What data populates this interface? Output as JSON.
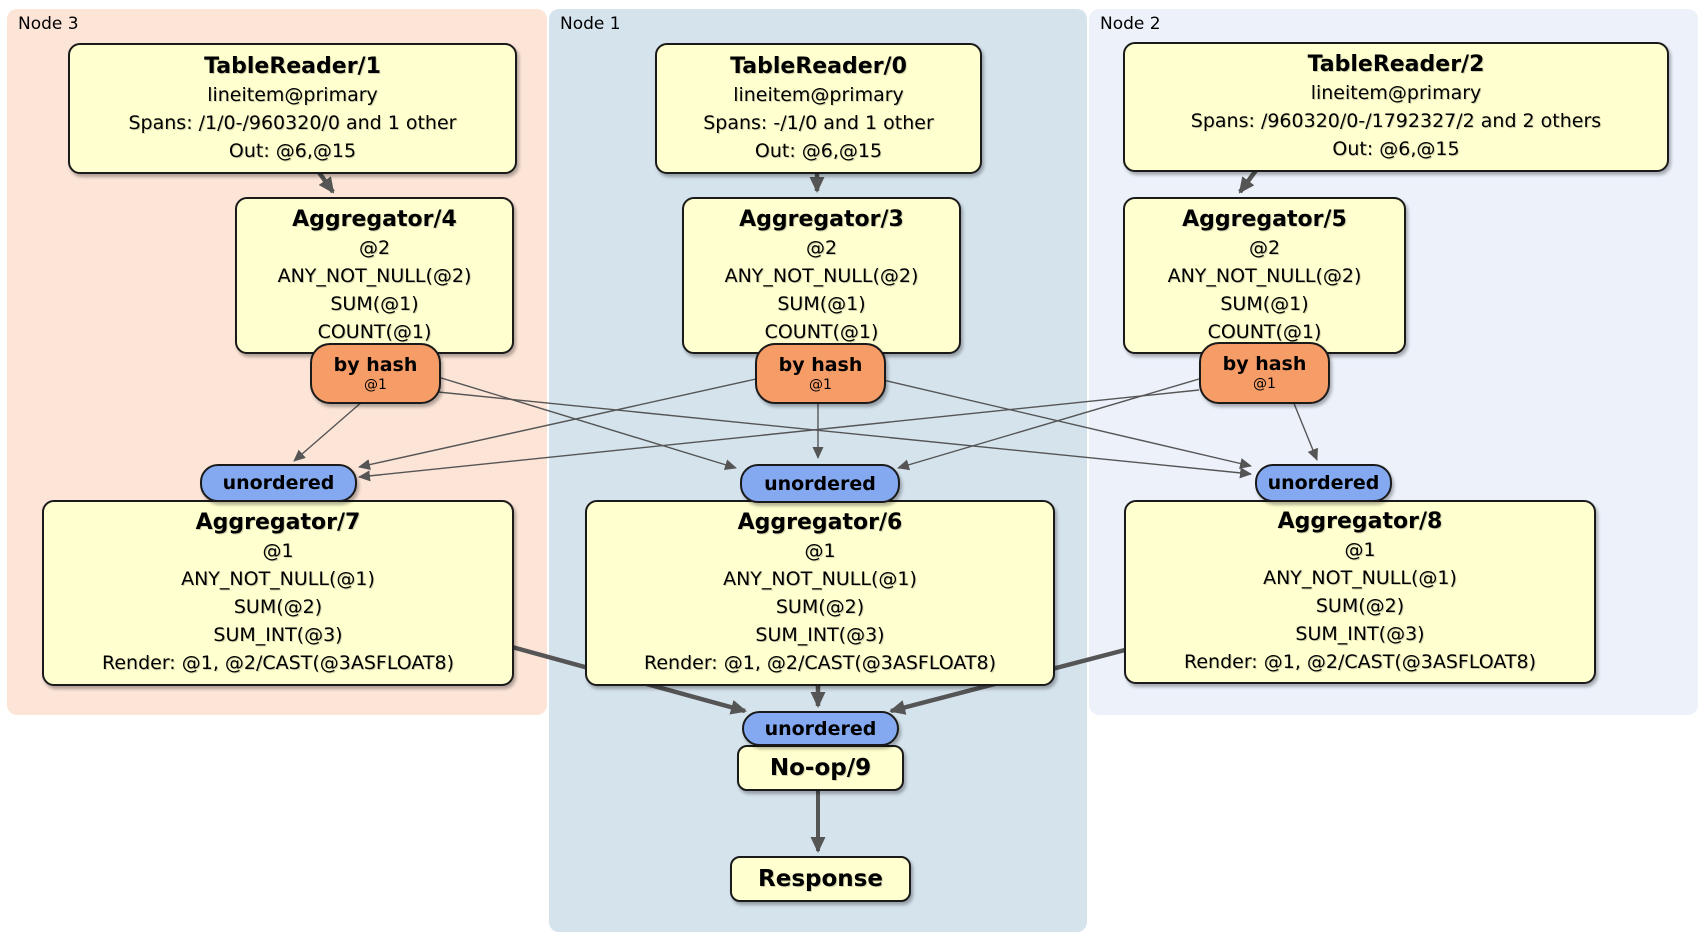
{
  "panels": {
    "node3": {
      "label": "Node 3"
    },
    "node1": {
      "label": "Node 1"
    },
    "node2": {
      "label": "Node 2"
    }
  },
  "boxes": {
    "tr1": {
      "title": "TableReader/1",
      "lines": [
        "lineitem@primary",
        "Spans: /1/0-/960320/0 and 1 other",
        "Out: @6,@15"
      ]
    },
    "agg4": {
      "title": "Aggregator/4",
      "lines": [
        "@2",
        "ANY_NOT_NULL(@2)",
        "SUM(@1)",
        "COUNT(@1)"
      ]
    },
    "tr0": {
      "title": "TableReader/0",
      "lines": [
        "lineitem@primary",
        "Spans: -/1/0 and 1 other",
        "Out: @6,@15"
      ]
    },
    "agg3": {
      "title": "Aggregator/3",
      "lines": [
        "@2",
        "ANY_NOT_NULL(@2)",
        "SUM(@1)",
        "COUNT(@1)"
      ]
    },
    "tr2": {
      "title": "TableReader/2",
      "lines": [
        "lineitem@primary",
        "Spans: /960320/0-/1792327/2 and 2 others",
        "Out: @6,@15"
      ]
    },
    "agg5": {
      "title": "Aggregator/5",
      "lines": [
        "@2",
        "ANY_NOT_NULL(@2)",
        "SUM(@1)",
        "COUNT(@1)"
      ]
    },
    "agg7": {
      "title": "Aggregator/7",
      "lines": [
        "@1",
        "ANY_NOT_NULL(@1)",
        "SUM(@2)",
        "SUM_INT(@3)",
        "Render: @1, @2/CAST(@3ASFLOAT8)"
      ]
    },
    "agg6": {
      "title": "Aggregator/6",
      "lines": [
        "@1",
        "ANY_NOT_NULL(@1)",
        "SUM(@2)",
        "SUM_INT(@3)",
        "Render: @1, @2/CAST(@3ASFLOAT8)"
      ]
    },
    "agg8": {
      "title": "Aggregator/8",
      "lines": [
        "@1",
        "ANY_NOT_NULL(@1)",
        "SUM(@2)",
        "SUM_INT(@3)",
        "Render: @1, @2/CAST(@3ASFLOAT8)"
      ]
    },
    "noop": {
      "title": "No-op/9"
    },
    "response": {
      "title": "Response"
    }
  },
  "routers": {
    "label": "by hash",
    "sub": "@1"
  },
  "streams": {
    "label": "unordered"
  },
  "colors": {
    "panel_node3": "#fce4d7",
    "panel_node1": "#d5e3ed",
    "panel_node2": "#ecf1fa",
    "box_fill": "#ffffcf",
    "router_fill": "#f69c67",
    "stream_fill": "#84a9f1",
    "edge": "#555555",
    "border": "#1a1a1a"
  }
}
